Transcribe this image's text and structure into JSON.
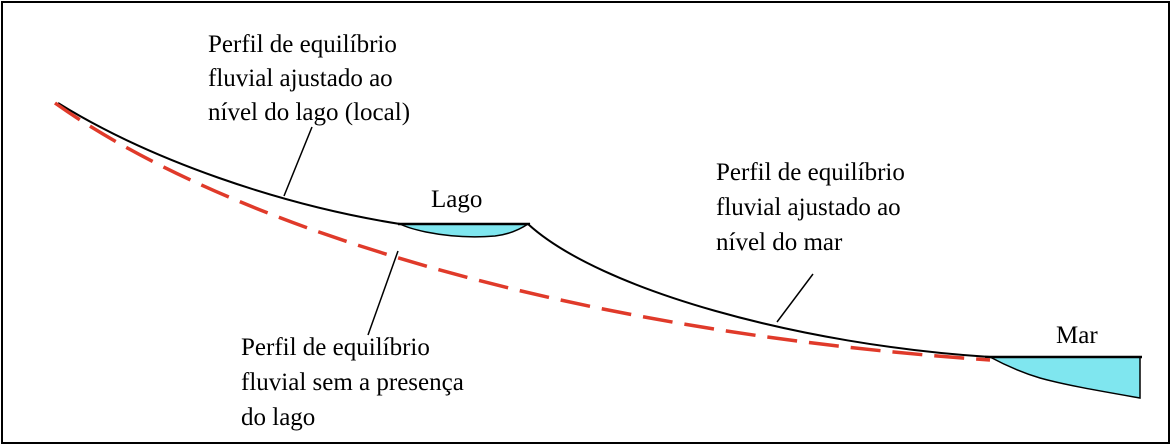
{
  "labels": {
    "lake_profile": [
      "Perfil de equilíbrio",
      "fluvial ajustado ao",
      "nível do lago (local)"
    ],
    "lake": "Lago",
    "sea_profile": [
      "Perfil de equilíbrio",
      "fluvial ajustado ao",
      "nível do mar"
    ],
    "sea": "Mar",
    "no_lake_profile": [
      "Perfil de equilíbrio",
      "fluvial sem a presença",
      "do lago"
    ]
  },
  "colors": {
    "frame": "#000000",
    "profile_line": "#000000",
    "no_lake_profile_dashed": "#e03a2a",
    "water": "#7fe6ef"
  }
}
